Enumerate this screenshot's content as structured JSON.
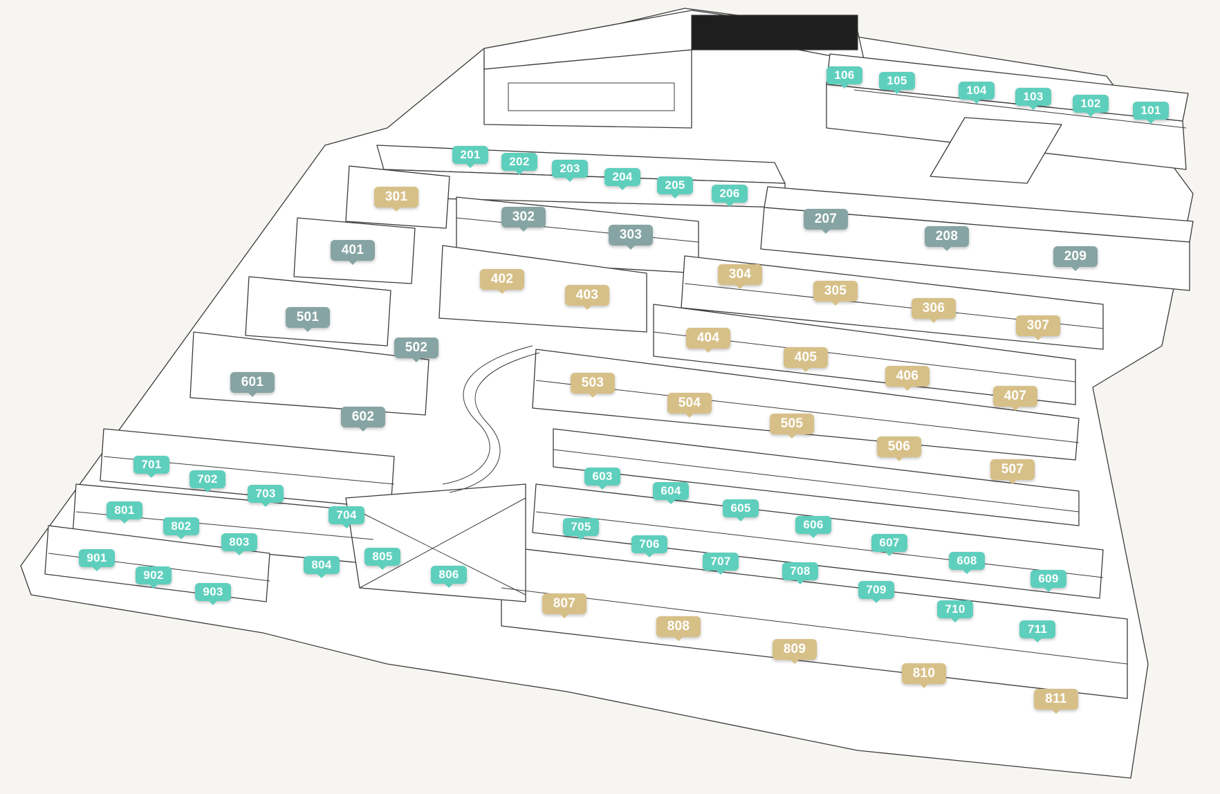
{
  "colors": {
    "available": "#5ecfbd",
    "reserved": "#d7c088",
    "sold": "#86a4a3",
    "background": "#f7f5f1",
    "line": "#3a3a3a"
  },
  "units": [
    {
      "label": "106",
      "status": "available"
    },
    {
      "label": "105",
      "status": "available"
    },
    {
      "label": "104",
      "status": "available"
    },
    {
      "label": "103",
      "status": "available"
    },
    {
      "label": "102",
      "status": "available"
    },
    {
      "label": "101",
      "status": "available"
    },
    {
      "label": "201",
      "status": "available"
    },
    {
      "label": "202",
      "status": "available"
    },
    {
      "label": "203",
      "status": "available"
    },
    {
      "label": "204",
      "status": "available"
    },
    {
      "label": "205",
      "status": "available"
    },
    {
      "label": "206",
      "status": "available"
    },
    {
      "label": "207",
      "status": "sold"
    },
    {
      "label": "208",
      "status": "sold"
    },
    {
      "label": "209",
      "status": "sold"
    },
    {
      "label": "301",
      "status": "reserved"
    },
    {
      "label": "302",
      "status": "sold"
    },
    {
      "label": "303",
      "status": "sold"
    },
    {
      "label": "304",
      "status": "reserved"
    },
    {
      "label": "305",
      "status": "reserved"
    },
    {
      "label": "306",
      "status": "reserved"
    },
    {
      "label": "307",
      "status": "reserved"
    },
    {
      "label": "401",
      "status": "sold"
    },
    {
      "label": "402",
      "status": "reserved"
    },
    {
      "label": "403",
      "status": "reserved"
    },
    {
      "label": "404",
      "status": "reserved"
    },
    {
      "label": "405",
      "status": "reserved"
    },
    {
      "label": "406",
      "status": "reserved"
    },
    {
      "label": "407",
      "status": "reserved"
    },
    {
      "label": "501",
      "status": "sold"
    },
    {
      "label": "502",
      "status": "sold"
    },
    {
      "label": "503",
      "status": "reserved"
    },
    {
      "label": "504",
      "status": "reserved"
    },
    {
      "label": "505",
      "status": "reserved"
    },
    {
      "label": "506",
      "status": "reserved"
    },
    {
      "label": "507",
      "status": "reserved"
    },
    {
      "label": "601",
      "status": "sold"
    },
    {
      "label": "602",
      "status": "sold"
    },
    {
      "label": "603",
      "status": "available"
    },
    {
      "label": "604",
      "status": "available"
    },
    {
      "label": "605",
      "status": "available"
    },
    {
      "label": "606",
      "status": "available"
    },
    {
      "label": "607",
      "status": "available"
    },
    {
      "label": "608",
      "status": "available"
    },
    {
      "label": "609",
      "status": "available"
    },
    {
      "label": "701",
      "status": "available"
    },
    {
      "label": "702",
      "status": "available"
    },
    {
      "label": "703",
      "status": "available"
    },
    {
      "label": "704",
      "status": "available"
    },
    {
      "label": "705",
      "status": "available"
    },
    {
      "label": "706",
      "status": "available"
    },
    {
      "label": "707",
      "status": "available"
    },
    {
      "label": "708",
      "status": "available"
    },
    {
      "label": "709",
      "status": "available"
    },
    {
      "label": "710",
      "status": "available"
    },
    {
      "label": "711",
      "status": "available"
    },
    {
      "label": "801",
      "status": "available"
    },
    {
      "label": "802",
      "status": "available"
    },
    {
      "label": "803",
      "status": "available"
    },
    {
      "label": "804",
      "status": "available"
    },
    {
      "label": "805",
      "status": "available"
    },
    {
      "label": "806",
      "status": "available"
    },
    {
      "label": "807",
      "status": "reserved"
    },
    {
      "label": "808",
      "status": "reserved"
    },
    {
      "label": "809",
      "status": "reserved"
    },
    {
      "label": "810",
      "status": "reserved"
    },
    {
      "label": "811",
      "status": "reserved"
    },
    {
      "label": "901",
      "status": "available"
    },
    {
      "label": "902",
      "status": "available"
    },
    {
      "label": "903",
      "status": "available"
    }
  ]
}
